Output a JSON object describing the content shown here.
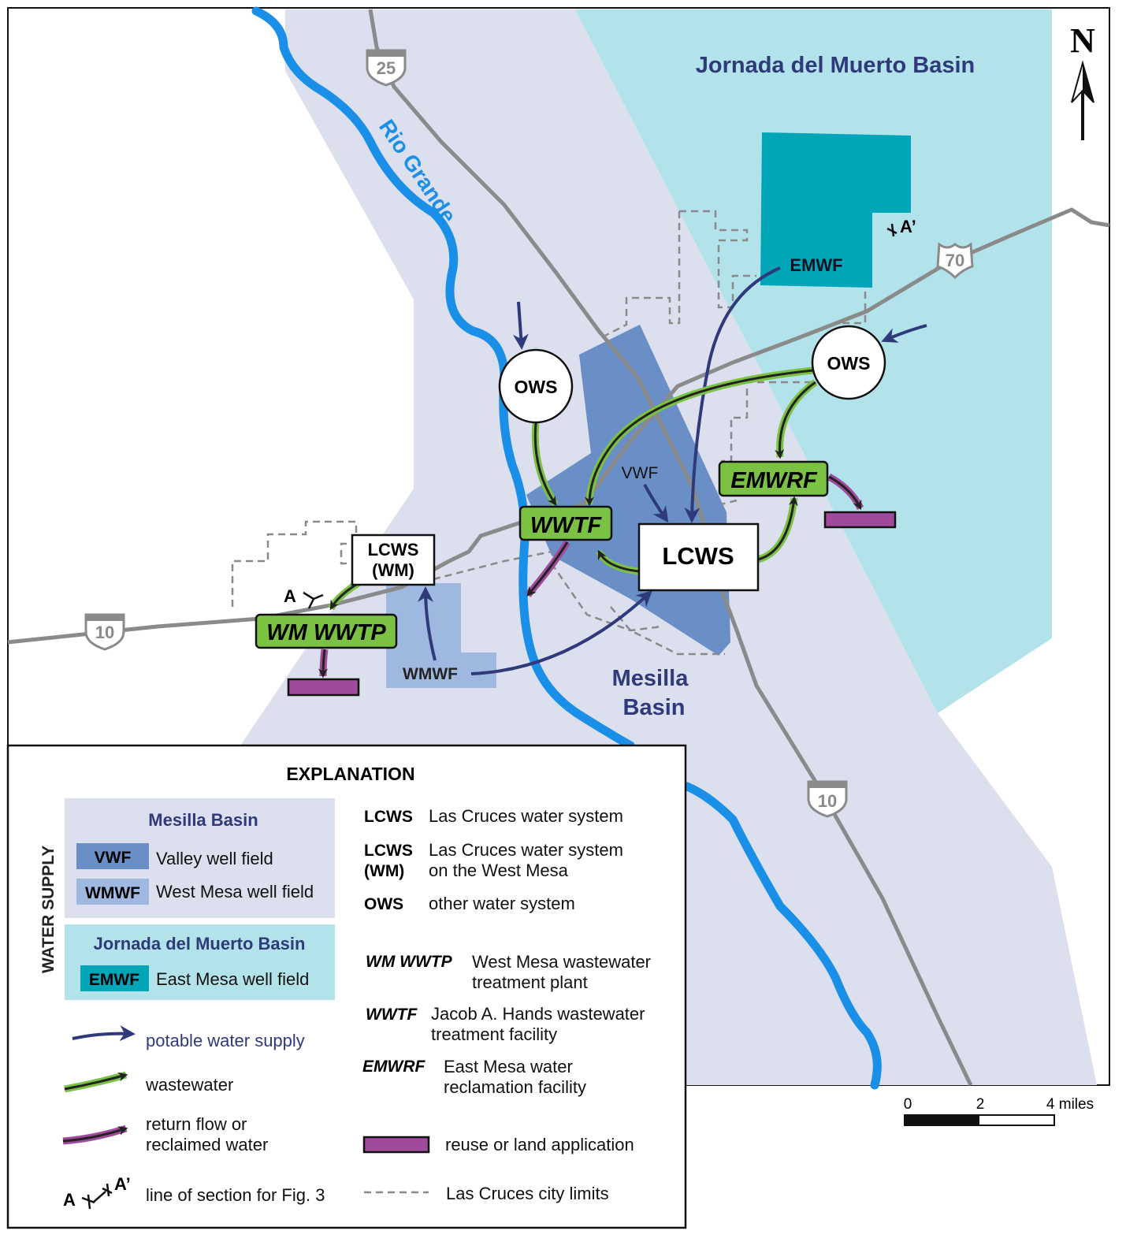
{
  "map": {
    "basins": {
      "jornada": "Jornada del Muerto Basin",
      "mesilla_line1": "Mesilla",
      "mesilla_line2": "Basin"
    },
    "river": "Rio Grande",
    "north": "N",
    "section": {
      "a": "A",
      "a_prime": "A’"
    },
    "highways": {
      "i25": "25",
      "us70": "70",
      "i10_west": "10",
      "i10_south": "10"
    },
    "facilities": {
      "ows_west": "OWS",
      "ows_east": "OWS",
      "lcws": "LCWS",
      "lcws_wm_line1": "LCWS",
      "lcws_wm_line2": "(WM)",
      "wwtf": "WWTF",
      "emwrf": "EMWRF",
      "wm_wwtp": "WM WWTP",
      "vwf": "VWF",
      "wmwf": "WMWF",
      "emwf": "EMWF"
    },
    "scale": {
      "t0": "0",
      "t2": "2",
      "t4": "4 miles"
    }
  },
  "legend": {
    "title": "EXPLANATION",
    "water_supply": "WATER SUPPLY",
    "mesilla_title": "Mesilla Basin",
    "vwf_code": "VWF",
    "vwf_label": "Valley well field",
    "wmwf_code": "WMWF",
    "wmwf_label": "West Mesa well field",
    "jornada_title": "Jornada del Muerto Basin",
    "emwf_code": "EMWF",
    "emwf_label": "East Mesa well field",
    "potable": "potable water supply",
    "wastewater": "wastewater",
    "return_1": "return flow or",
    "return_2": "reclaimed water",
    "section_a": "A",
    "section_ap": "A’",
    "section_label": "line of section for Fig. 3",
    "abbr": [
      {
        "code": "LCWS",
        "desc1": "Las Cruces water system"
      },
      {
        "code1": "LCWS",
        "code2": "(WM)",
        "desc1": "Las Cruces water system",
        "desc2": "on the West Mesa"
      },
      {
        "code": "OWS",
        "desc1": "other water system"
      },
      {
        "code": "WM WWTP",
        "desc1": "West Mesa wastewater",
        "desc2": "treatment plant"
      },
      {
        "code": "WWTF",
        "desc1": "Jacob A. Hands wastewater",
        "desc2": "treatment facility"
      },
      {
        "code": "EMWRF",
        "desc1": "East Mesa water",
        "desc2": "reclamation facility"
      }
    ],
    "reuse": "reuse or land application",
    "city_limits": "Las Cruces city limits"
  },
  "colors": {
    "mesilla": "#dcdfee",
    "jornada": "#b3e3ea",
    "emwf": "#00a5b8",
    "vwf": "#6a8fc7",
    "wmwf": "#9fb8e0",
    "river": "#1a8fe8",
    "potable": "#2e3a7a",
    "wastewater": "#7bc143",
    "return": "#a04a9c"
  }
}
